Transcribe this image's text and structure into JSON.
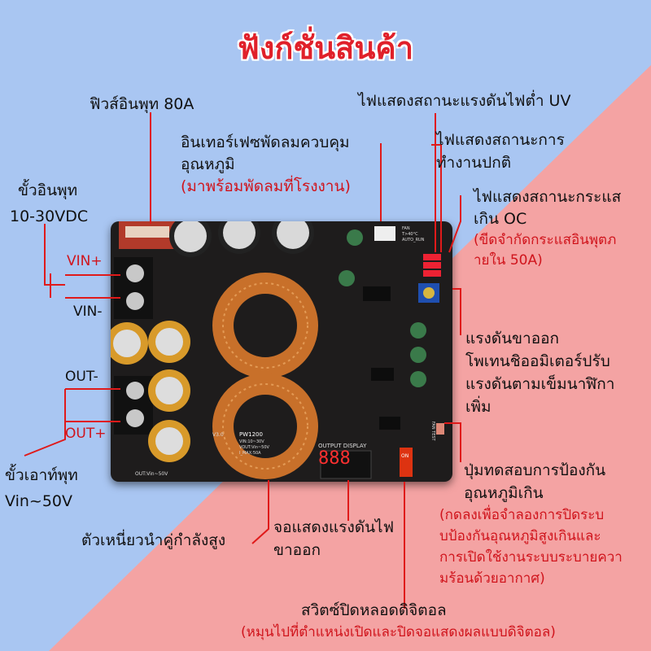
{
  "title": "ฟังก์ชั่นสินค้า",
  "labels": {
    "fuse": "ฟิวส์อินพุท 80A",
    "uv": "ไฟแสดงสถานะแรงดันไฟต่ำ UV",
    "fan_iface_1": "อินเทอร์เฟซพัดลมควบคุม",
    "fan_iface_2": "อุณหภูมิ",
    "fan_iface_note": "(มาพร้อมพัดลมที่โรงงาน)",
    "normal_1": "ไฟแสดงสถานะการ",
    "normal_2": "ทำงานปกติ",
    "oc_1": "ไฟแสดงสถานะกระแส",
    "oc_2": "เกิน OC",
    "oc_note_1": "(ขีดจำกัดกระแสอินพุตภ",
    "oc_note_2": "ายใน 50A)",
    "input_term_1": "ขั้วอินพุท",
    "input_term_2": "10-30VDC",
    "vin_plus": "VIN+",
    "vin_minus": "VIN-",
    "out_minus": "OUT-",
    "out_plus": "OUT+",
    "pot_1": "แรงดันขาออก",
    "pot_2": "โพเทนชิออมิเตอร์ปรับ",
    "pot_3": "แรงดันตามเข็มนาฬิกา",
    "pot_4": "เพิ่ม",
    "output_term_1": "ขั้วเอาท์พุท",
    "output_term_2": "Vin~50V",
    "test_1": "ปุ่มทดสอบการป้องกัน",
    "test_2": "อุณหภูมิเกิน",
    "test_note_1": "(กดลงเพื่อจำลองการปิดระบ",
    "test_note_2": "บป้องกันอุณหภูมิสูงเกินและ",
    "test_note_3": "การเปิดใช้งานระบบระบายควา",
    "test_note_4": "มร้อนด้วยอากาศ)",
    "display_1": "จอแสดงแรงดันไฟ",
    "display_2": "ขาออก",
    "inductor": "ตัวเหนี่ยวนำคู่กำลังสูง",
    "switch": "สวิตซ์ปิดหลอดดิจิตอล",
    "switch_note": "(หมุนไปที่ตำแหน่งเปิดและปิดจอแสดงผลแบบดิจิตอล)"
  },
  "board_text": {
    "output_display": "OUTPUT DISPLAY",
    "model": "PW1200",
    "version": "V3.0",
    "spec_1": "VIN:10~30V",
    "spec_2": "VOUT:Vin~50V",
    "spec_3": "I_MAX:50A",
    "out_spec": "OUT:Vin~50V",
    "fan": "FAN",
    "fan_temp": "T>40°C",
    "fan_mode": "AUTO_RUN",
    "fan_test": "FAN TEST",
    "on": "ON",
    "segments": "888"
  },
  "colors": {
    "left_bg": "#a9c6f2",
    "right_bg": "#f4a3a3",
    "accent_red": "#d0141c",
    "line_red": "#e01a1a"
  }
}
